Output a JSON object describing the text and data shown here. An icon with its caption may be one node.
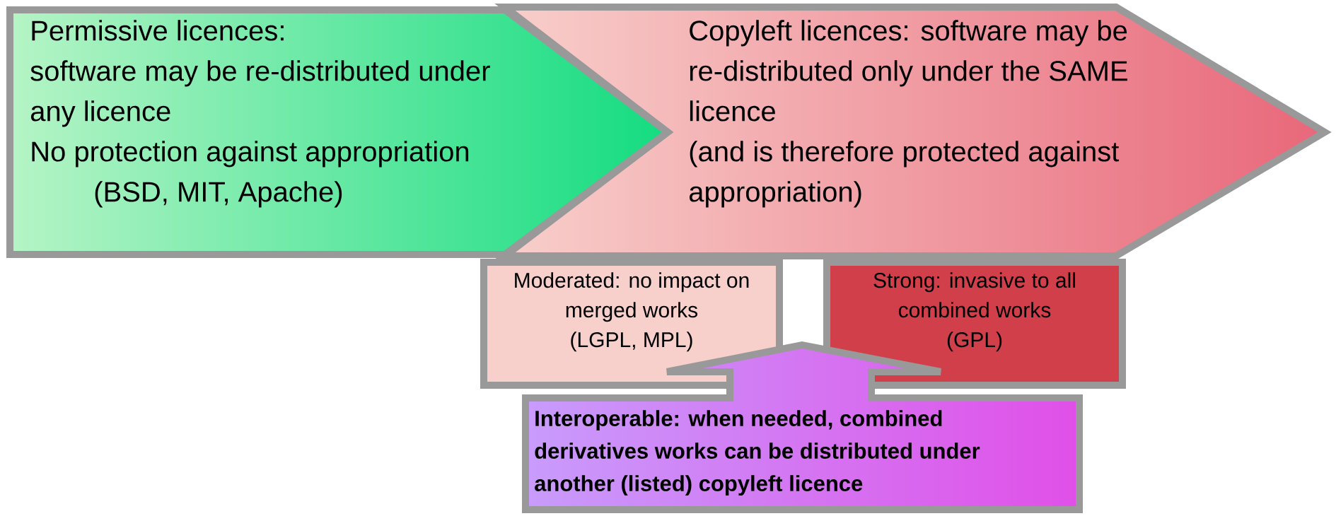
{
  "diagram": {
    "nodes": [
      {
        "text": [
          "Permissive licences:",
          "software may be re-distributed under any licence",
          "No protection against appropriation",
          "(BSD, MIT, Apache)"
        ]
      },
      {
        "text": [
          "Copyleft licences: software may be re-distributed only under the SAME licence",
          "(and is therefore protected against appropriation)"
        ]
      },
      {
        "text": [
          "Moderated: no impact on merged works",
          "(LGPL, MPL)"
        ]
      },
      {
        "text": [
          "Strong: invasive to all combined works",
          "(GPL)"
        ]
      },
      {
        "text": [
          "Interoperable: when needed, combined derivatives works can be distributed under another (listed) copyleft licence"
        ]
      }
    ]
  }
}
